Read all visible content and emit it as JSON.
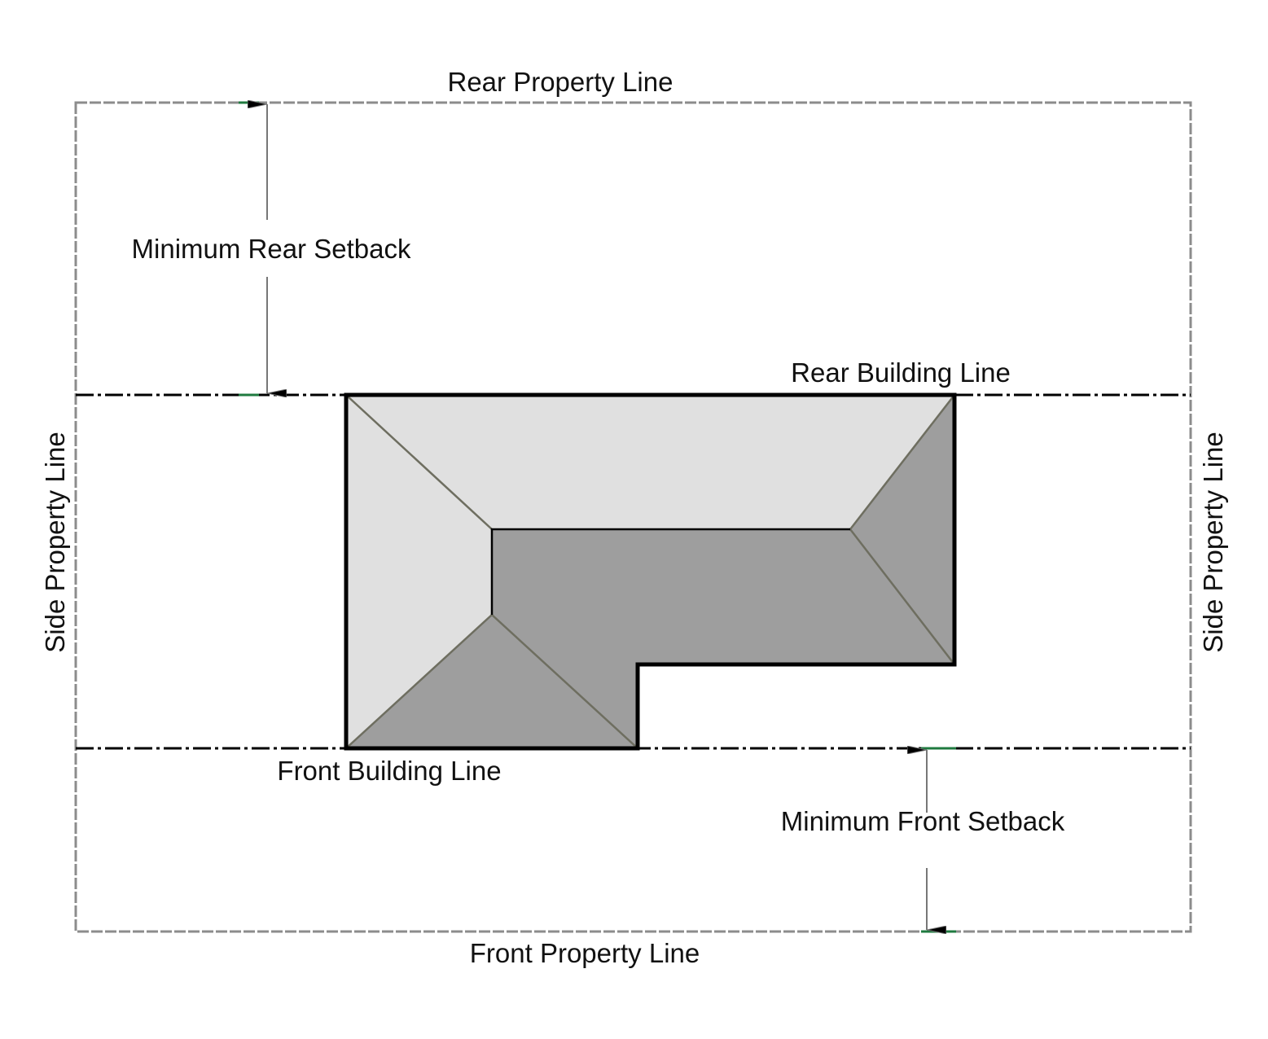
{
  "labels": {
    "rear_property_line": "Rear Property Line",
    "front_property_line": "Front Property Line",
    "side_property_line_left": "Side Property Line",
    "side_property_line_right": "Side Property Line",
    "rear_building_line": "Rear Building Line",
    "front_building_line": "Front Building Line",
    "min_rear_setback": "Minimum Rear Setback",
    "min_front_setback": "Minimum Front Setback"
  },
  "colors": {
    "property_line": "#8c8c8c",
    "building_line": "#000000",
    "roof_light": "#e0e0e0",
    "roof_dark": "#9e9e9e",
    "hip_line": "#6e6e60",
    "marker": "#1f7a3f"
  }
}
